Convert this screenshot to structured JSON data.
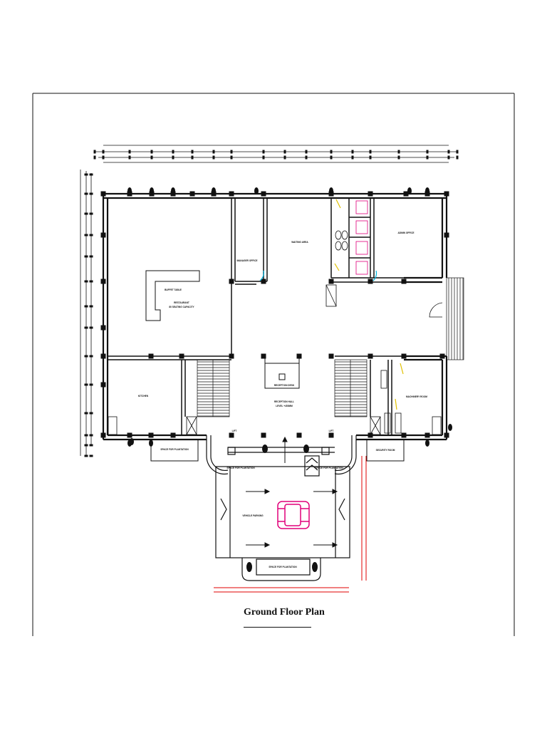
{
  "plan_title": "Ground Floor Plan",
  "rooms": {
    "buffet_table": "BUFFET TABLE",
    "restaurant": "RESTAURANT",
    "seating_capacity": "80 SEATING CAPACITY",
    "manager_office": "MANAGER OFFICE",
    "waiting_area": "WAITING AREA",
    "admin_office": "ADMIN OFFICE",
    "kitchen": "KITCHEN",
    "reception_desk": "RECEPTION DESK",
    "reception_hall": "RECEPTION HALL",
    "level": "LEVEL +450MM",
    "machinery_room": "MACHINERY ROOM",
    "lift_left": "LIFT",
    "lift_right": "LIFT",
    "plantation_bottom_left": "SPACE FOR PLANTATION",
    "plantation_porch_left": "SPACE FOR PLANTATION",
    "plantation_porch_right": "SPACE FOR PLANTATION",
    "security_room": "SECURITY ROOM",
    "vehicle_parking": "VEHICLE PARKING",
    "plantation_front": "SPACE FOR PLANTATION"
  },
  "colors": {
    "lines": "#111111",
    "vehicle": "#e0007a",
    "dimension_red": "#e00000",
    "door_highlight": "#00b5e0",
    "fixture_highlight": "#e0c000"
  }
}
